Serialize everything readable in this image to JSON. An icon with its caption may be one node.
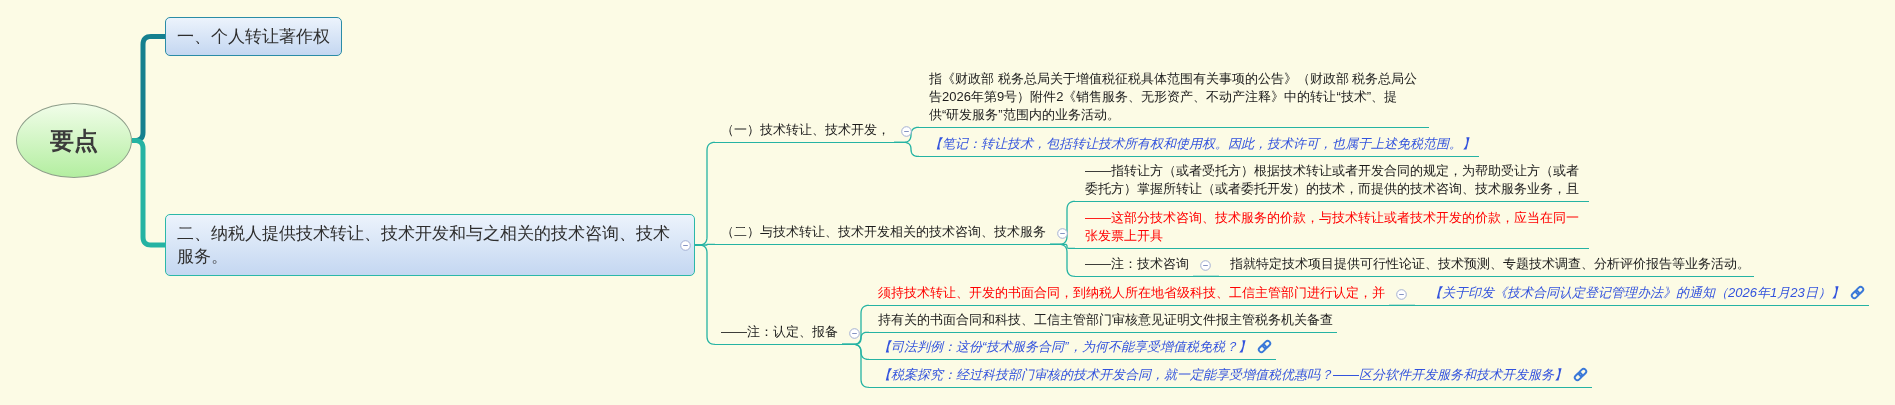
{
  "diagram": {
    "nodes": [
      {
        "text": [
          "要点"
        ]
      },
      {
        "text": [
          "一、个人转让著作权"
        ]
      },
      {
        "text": [
          "二、纳税人提供技术转让、技术开发和与之相关的技术咨询、技术服务。"
        ]
      },
      {
        "text": [
          "（一）技术转让、技术开发，"
        ]
      },
      {
        "text": [
          "指《财政部 税务总局关于增值税征税具体范围有关事项的公告》（财政部 税务总局公告2026年第9号）附件2《销售服务、无形资产、不动产注释》中的转让“技术”、提供“研发服务”范围内的业务活动。"
        ]
      },
      {
        "text": [
          "【笔记：转让技术，包括转让技术所有权和使用权。因此，技术许可，也属于上述免税范围。】"
        ]
      },
      {
        "text": [
          "（二）与技术转让、技术开发相关的技术咨询、技术服务"
        ]
      },
      {
        "text": [
          "——指转让方（或者受托方）根据技术转让或者开发合同的规定，为帮助受让方（或者委托方）掌握所转让（或者委托开发）的技术，而提供的技术咨询、技术服务业务，且"
        ]
      },
      {
        "text": [
          "——这部分技术咨询、技术服务的价款，与技术转让或者技术开发的价款，应当在同一张发票上开具"
        ]
      },
      {
        "text": [
          "——注：技术咨询"
        ]
      },
      {
        "text": [
          "指就特定技术项目提供可行性论证、技术预测、专题技术调查、分析评价报告等业务活动。"
        ]
      },
      {
        "text": [
          "——注：认定、报备"
        ]
      },
      {
        "text": [
          "须持技术转让、开发的书面合同，到纳税人所在地省级科技、工信主管部门进行认定，并"
        ]
      },
      {
        "text": [
          "【关于印发《技术合同认定登记管理办法》的通知（2026年1月23日）】"
        ]
      },
      {
        "text": [
          "持有关的书面合同和科技、工信主管部门审核意见证明文件报主管税务机关备查"
        ]
      },
      {
        "text": [
          "【司法判例：这份“技术服务合同”，为何不能享受增值税免税？】"
        ]
      },
      {
        "text": [
          "【税案探究：经过科技部门审核的技术开发合同，就一定能享受增值税优惠吗？——区分软件开发服务和技术开发服务】"
        ]
      }
    ],
    "edges": [
      {
        "from": 0,
        "to": 1,
        "arrow": "none",
        "style": "thick",
        "color": "#15808f"
      },
      {
        "from": 0,
        "to": 2,
        "arrow": "none",
        "style": "thick"
      },
      {
        "from": 2,
        "to": 3,
        "arrow": "none"
      },
      {
        "from": 2,
        "to": 6,
        "arrow": "none"
      },
      {
        "from": 2,
        "to": 11,
        "arrow": "none"
      },
      {
        "from": 3,
        "to": 4,
        "arrow": "none"
      },
      {
        "from": 3,
        "to": 5,
        "arrow": "none"
      },
      {
        "from": 6,
        "to": 7,
        "arrow": "none"
      },
      {
        "from": 6,
        "to": 8,
        "arrow": "none"
      },
      {
        "from": 6,
        "to": 9,
        "arrow": "none"
      },
      {
        "from": 9,
        "to": 10,
        "arrow": "none"
      },
      {
        "from": 11,
        "to": 12,
        "arrow": "none"
      },
      {
        "from": 12,
        "to": 13,
        "arrow": "none"
      },
      {
        "from": 11,
        "to": 14,
        "arrow": "none"
      },
      {
        "from": 11,
        "to": 15,
        "arrow": "none"
      },
      {
        "from": 11,
        "to": 16,
        "arrow": "none"
      }
    ]
  }
}
